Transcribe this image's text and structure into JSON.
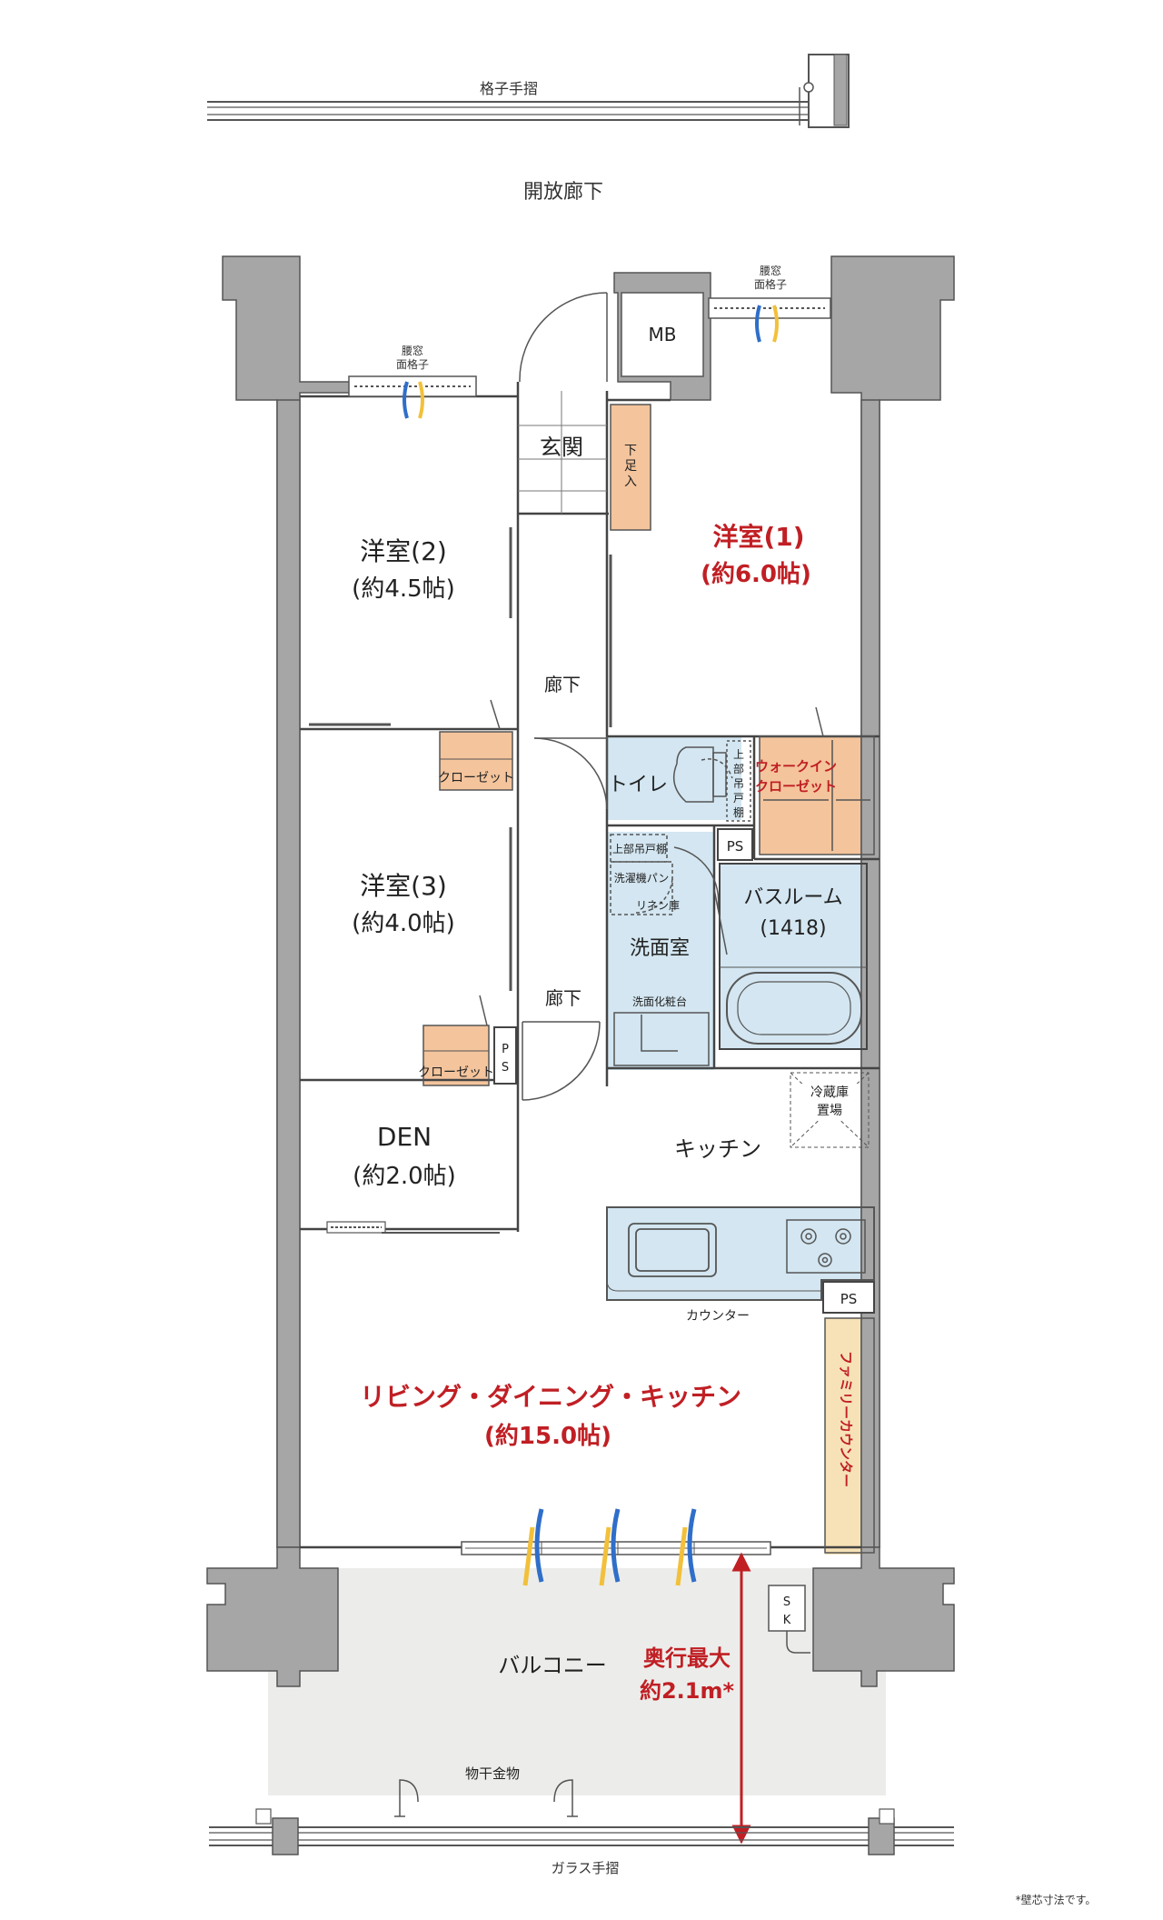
{
  "labels": {
    "lattice_rail": "格子手摺",
    "open_corridor": "開放廊下",
    "window_left_1": "腰窓",
    "window_left_2": "面格子",
    "window_right_1": "腰窓",
    "window_right_2": "面格子",
    "mb": "MB",
    "entrance": "玄関",
    "shoe_1": "下",
    "shoe_2": "足",
    "shoe_3": "入",
    "room1_name": "洋室(1)",
    "room1_size": "(約6.0帖)",
    "room2_name": "洋室(2)",
    "room2_size": "(約4.5帖)",
    "room3_name": "洋室(3)",
    "room3_size": "(約4.0帖)",
    "corridor_1": "廊下",
    "corridor_2": "廊下",
    "closet_2": "クローゼット",
    "closet_3": "クローゼット",
    "toilet": "トイレ",
    "toilet_cab_1": "上",
    "toilet_cab_2": "部",
    "toilet_cab_3": "吊",
    "toilet_cab_4": "戸",
    "toilet_cab_5": "棚",
    "wic_1": "ウォークイン",
    "wic_2": "クローゼット",
    "ps_1": "PS",
    "ps_2": "P",
    "ps_3": "S",
    "ps_4": "PS",
    "upper_cabinet": "上部吊戸棚",
    "washer_pan": "洗濯機パン",
    "linen": "リネン庫",
    "washroom": "洗面室",
    "vanity": "洗面化粧台",
    "bathroom": "バスルーム",
    "bath_size": "(1418)",
    "fridge_1": "冷蔵庫",
    "fridge_2": "置場",
    "kitchen": "キッチン",
    "den_name": "DEN",
    "den_size": "(約2.0帖)",
    "counter": "カウンター",
    "family_counter": "ファミリーカウンター",
    "ldk_name": "リビング・ダイニング・キッチン",
    "ldk_size": "(約15.0帖)",
    "balcony": "バルコニー",
    "depth_1": "奥行最大",
    "depth_2": "約2.1m*",
    "sk_1": "S",
    "sk_2": "K",
    "drying_hardware": "物干金物",
    "glass_rail": "ガラス手摺",
    "footnote": "*壁芯寸法です。"
  },
  "colors": {
    "wall": "#a6a6a6",
    "wall_stroke": "#555555",
    "wet_area": "#d3e6f1",
    "storage": "#f4c49c",
    "family_counter": "#f6e2b6",
    "balcony": "#ecedea",
    "accent_red": "#c01f24",
    "air_blue": "#2f6ec9",
    "air_yellow": "#f2c03a"
  }
}
